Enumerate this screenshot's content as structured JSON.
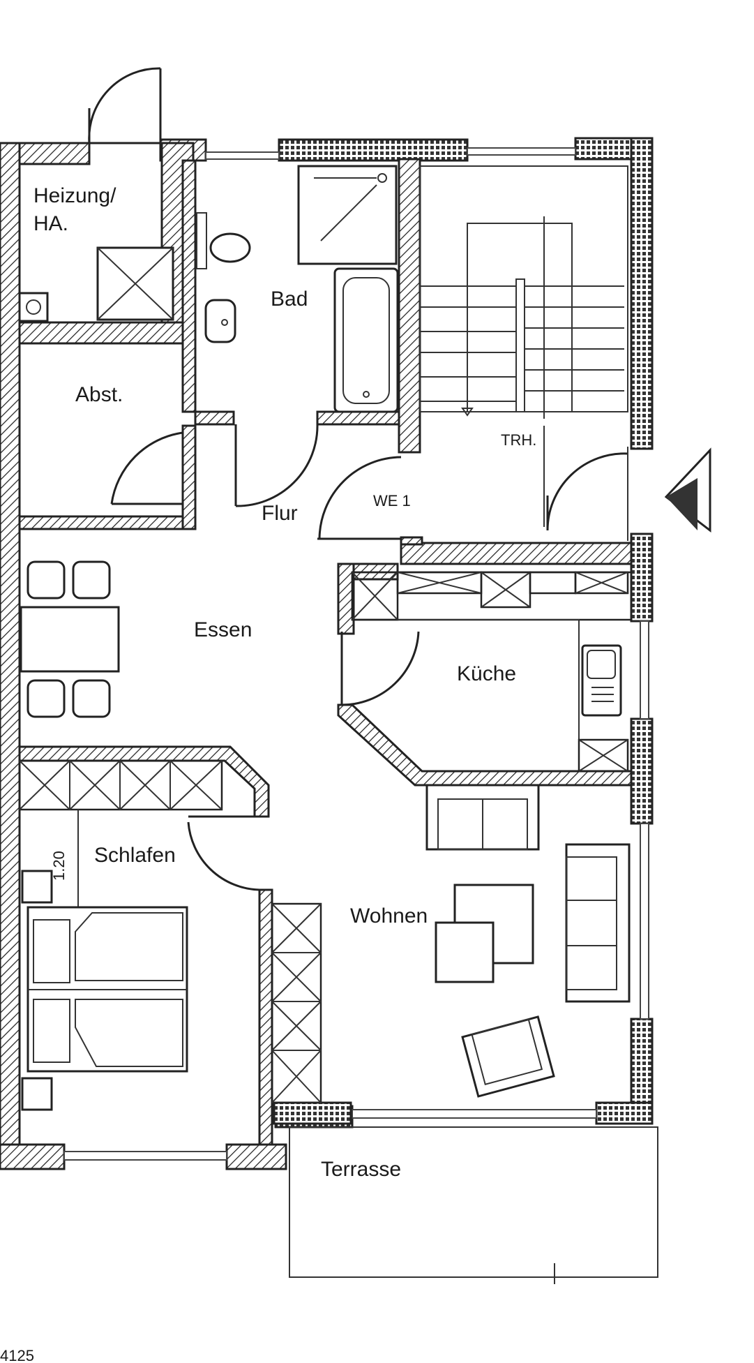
{
  "rooms": {
    "heizung": "Heizung/",
    "heizung_line2": "HA.",
    "bad": "Bad",
    "abst": "Abst.",
    "flur": "Flur",
    "essen": "Essen",
    "kueche": "Küche",
    "schlafen": "Schlafen",
    "wohnen": "Wohnen",
    "terrasse": "Terrasse",
    "treppenhaus": "TRH.",
    "wohneinheit": "WE  1"
  },
  "dimension": "1.20",
  "footer_fragment": "4125"
}
